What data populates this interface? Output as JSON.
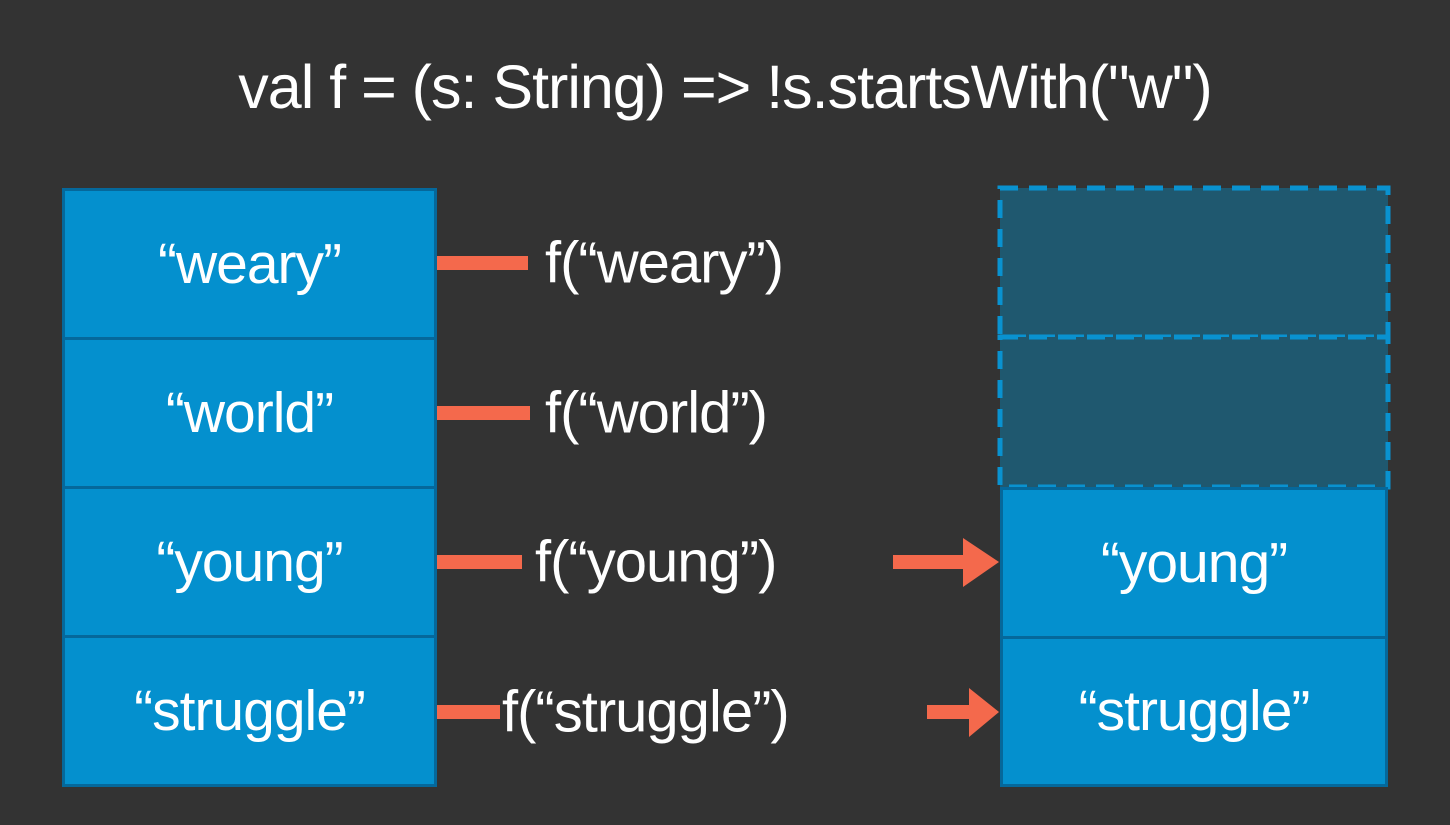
{
  "title": "val f = (s: String) => !s.startsWith(\"w\")",
  "colors": {
    "background": "#333333",
    "box_blue": "#0490CE",
    "box_border_blue": "#05689B",
    "dashed_fill_teal": "#1F586F",
    "dashed_border_blue": "#0992D0",
    "arrow_orange": "#F4694C",
    "text_white": "#FFFFFF"
  },
  "source_list": {
    "items": [
      "“weary”",
      "“world”",
      "“young”",
      "“struggle”"
    ]
  },
  "applications": {
    "items": [
      "f(“weary”)",
      "f(“world”)",
      "f(“young”)",
      "f(“struggle”)"
    ]
  },
  "result_list": {
    "empty_slot_count": 2,
    "items": [
      "“young”",
      "“struggle”"
    ]
  }
}
